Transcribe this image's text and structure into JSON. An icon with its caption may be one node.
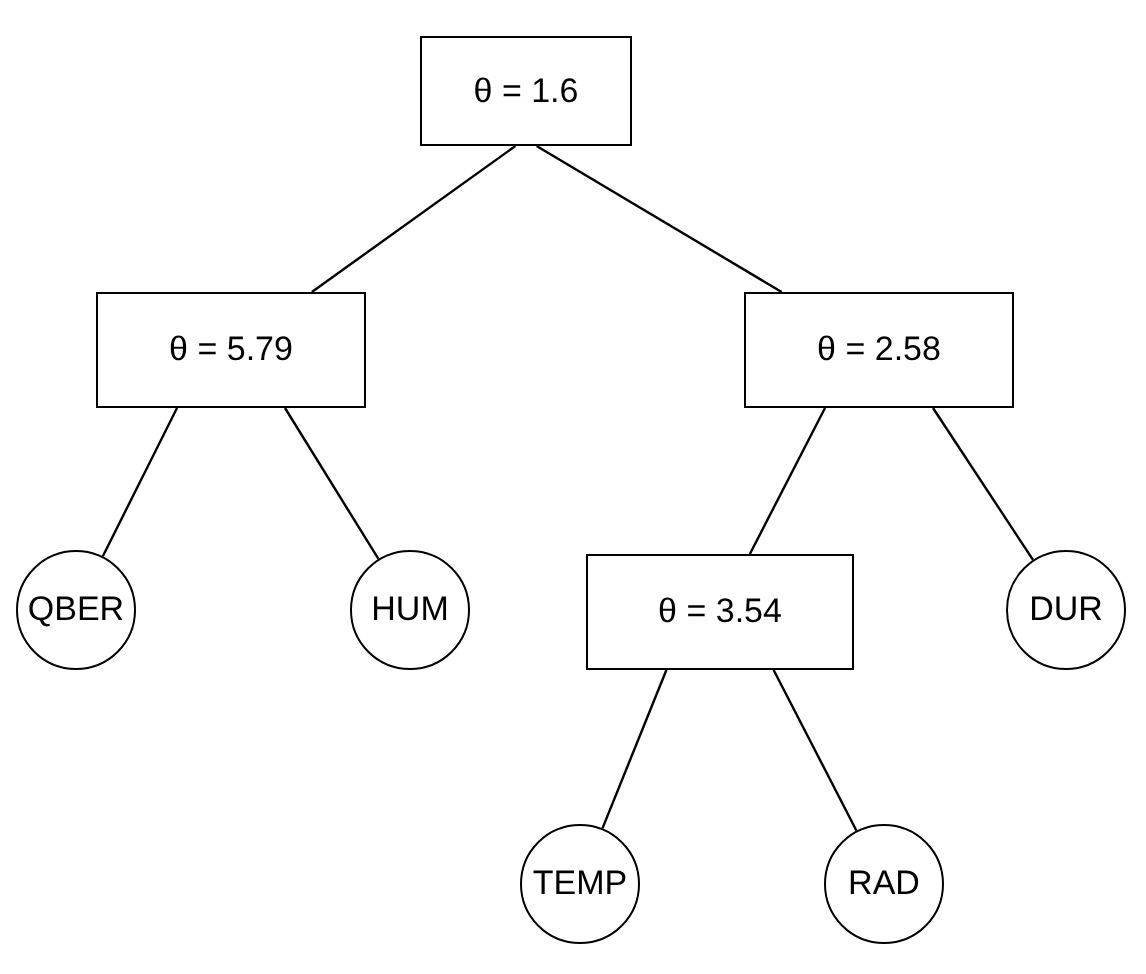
{
  "diagram": {
    "nodes": [
      {
        "text": [
          "θ = 1.6"
        ]
      },
      {
        "text": [
          "θ = 5.79"
        ]
      },
      {
        "text": [
          "θ = 2.58"
        ]
      },
      {
        "text": [
          "QBER"
        ]
      },
      {
        "text": [
          "HUM"
        ]
      },
      {
        "text": [
          "θ = 3.54"
        ]
      },
      {
        "text": [
          "DUR"
        ]
      },
      {
        "text": [
          "TEMP"
        ]
      },
      {
        "text": [
          "RAD"
        ]
      }
    ],
    "edges": [
      {
        "from": 0,
        "to": 1,
        "arrow": "none"
      },
      {
        "from": 0,
        "to": 2,
        "arrow": "none"
      },
      {
        "from": 1,
        "to": 3,
        "arrow": "none"
      },
      {
        "from": 1,
        "to": 4,
        "arrow": "none"
      },
      {
        "from": 2,
        "to": 5,
        "arrow": "none"
      },
      {
        "from": 2,
        "to": 6,
        "arrow": "none"
      },
      {
        "from": 5,
        "to": 7,
        "arrow": "none"
      },
      {
        "from": 5,
        "to": 8,
        "arrow": "none"
      }
    ]
  }
}
